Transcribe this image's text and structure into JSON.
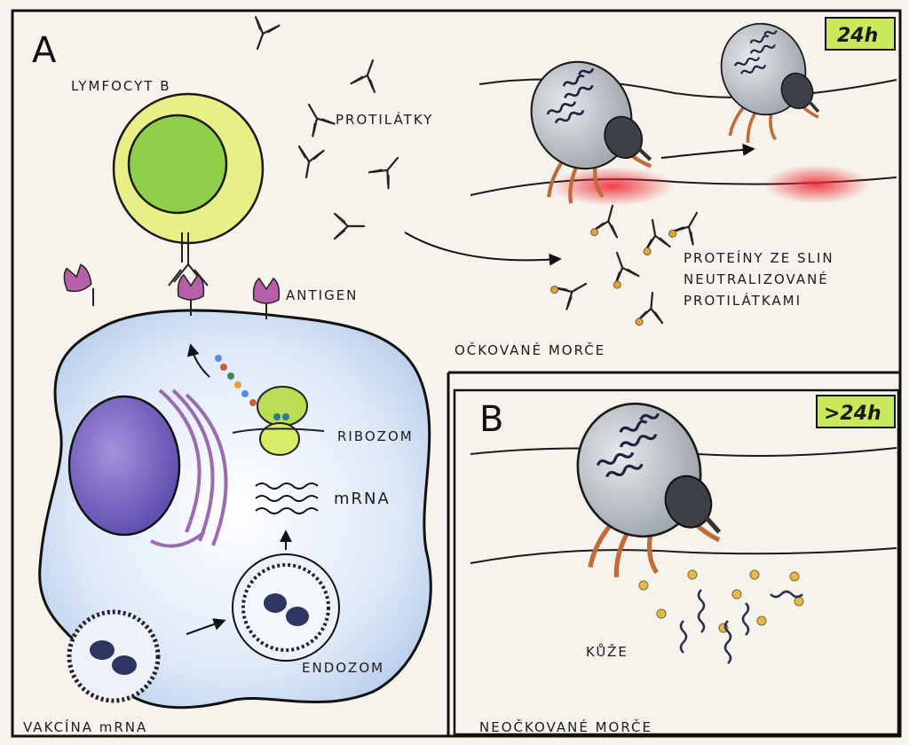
{
  "panel_a": {
    "letter": "A",
    "time_badge": "24h",
    "labels": {
      "lymphocyte": "LYMFOCYT B",
      "antibodies": "PROTILÁTKY",
      "antigen": "ANTIGEN",
      "ribosome": "RIBOZOM",
      "mrna": "mRNA",
      "endosome": "ENDOZOM",
      "vaccine": "VAKCÍNA mRNA",
      "vaccinated": "OČKOVANÉ MORČE",
      "neutralized_1": "PROTEÍNY ZE SLIN",
      "neutralized_2": "NEUTRALIZOVANÉ",
      "neutralized_3": "PROTILÁTKAMI"
    }
  },
  "panel_b": {
    "letter": "B",
    "time_badge": ">24h",
    "labels": {
      "skin": "KŮŽE",
      "unvaccinated": "NEOČKOVANÉ MORČE"
    }
  },
  "colors": {
    "badge": "#c9e85a",
    "cell": "#d5e3f5",
    "lymphocyte_outer": "#e8ef86",
    "lymphocyte_nucleus": "#8fcf4a",
    "nucleus": "#7e6cc4",
    "tick_body": "#c3c8ce",
    "tick_legs": "#c36a3a",
    "antigen": "#b560a8",
    "bite_red": "#e8323c"
  }
}
